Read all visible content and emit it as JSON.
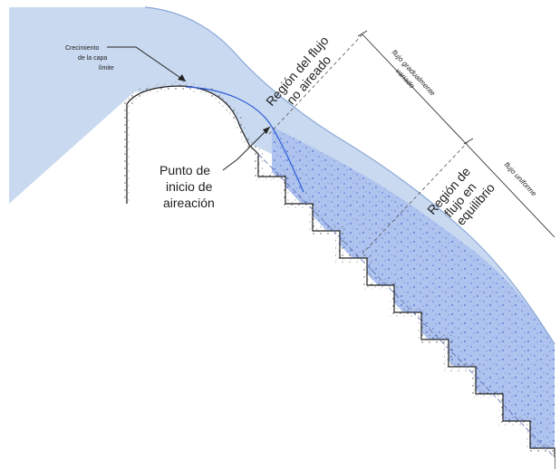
{
  "diagram": {
    "labels": {
      "boundary_layer": [
        "Crecimiento",
        "de la capa",
        "límite"
      ],
      "non_aerated_region": [
        "Región del flujo",
        "no aireado"
      ],
      "inception_point": [
        "Punto de",
        "inicio de",
        "aireación"
      ],
      "equilibrium_region": [
        "Región de",
        "flujo en",
        "equilibrio"
      ],
      "gradually_varied": [
        "flujo gradualmente",
        "variado"
      ],
      "uniform_flow": "flujo uniforme"
    },
    "colors": {
      "water": "#c9d9f0",
      "aerated": "#9db4ea",
      "free_surface": "#8aa8d6",
      "boundary_line": "#2a5bd7",
      "concrete": "#ffffff",
      "dimension": "#333333"
    }
  }
}
